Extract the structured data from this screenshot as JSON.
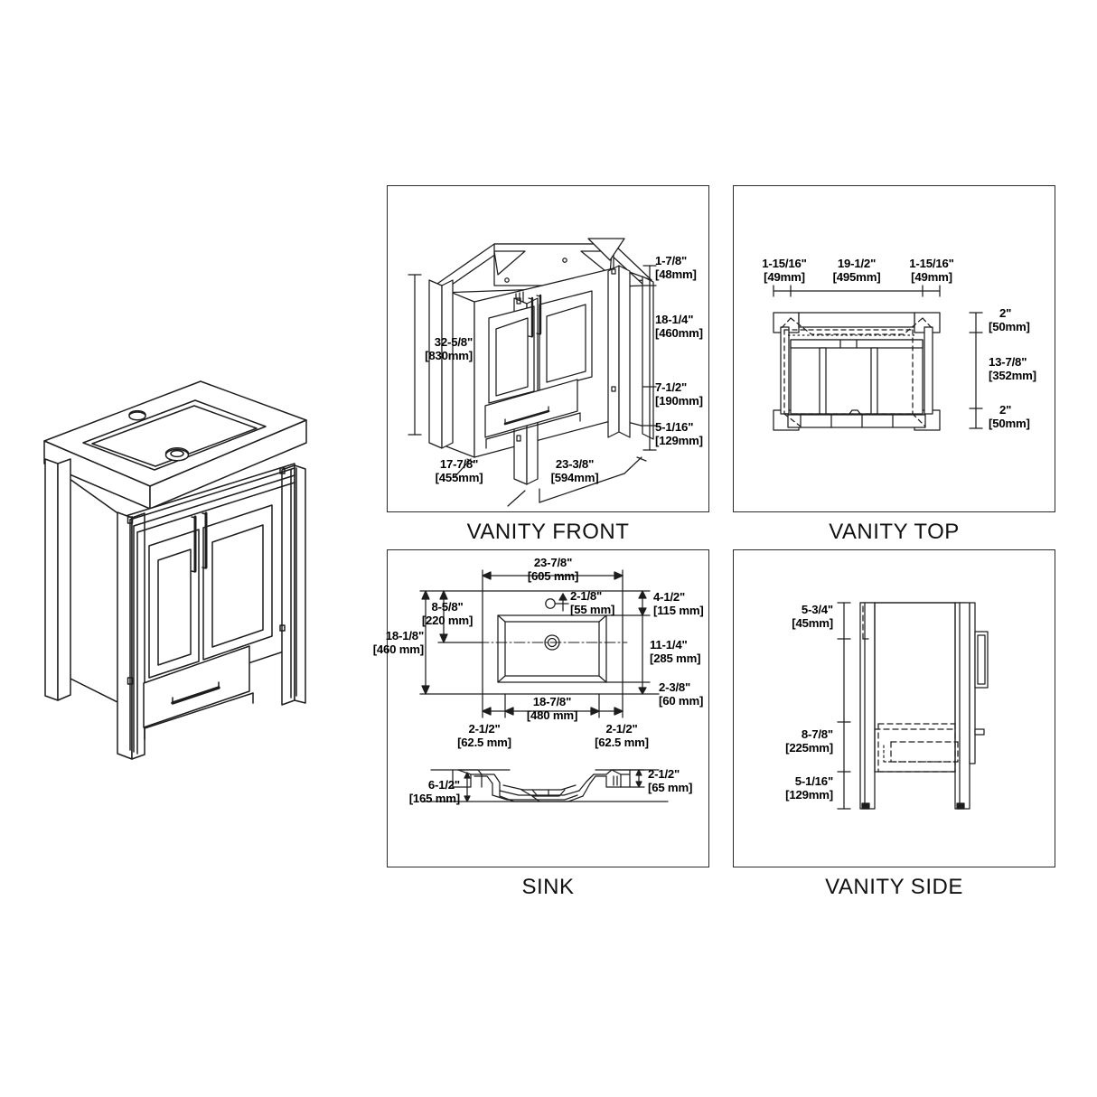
{
  "sheet": {
    "title": "Bathroom Vanity Dimension Specification Sheet",
    "line_color": "#1d1d1d",
    "background": "#ffffff"
  },
  "hero": {
    "name": "vanity-isometric-illustration",
    "description": "Isometric line drawing of a single-sink bathroom vanity with two doors, one lower drawer and integrated rectangular sink top"
  },
  "panels": [
    {
      "id": "vanity-front",
      "title": "VANITY FRONT",
      "dimensions": {
        "height_overall": {
          "imperial": "32-5/8\"",
          "metric": "[830mm]"
        },
        "top_thickness": {
          "imperial": "1-7/8\"",
          "metric": "[48mm]"
        },
        "door_height": {
          "imperial": "18-1/4\"",
          "metric": "[460mm]"
        },
        "drawer_height": {
          "imperial": "7-1/2\"",
          "metric": "[190mm]"
        },
        "leg_height": {
          "imperial": "5-1/16\"",
          "metric": "[129mm]"
        },
        "depth": {
          "imperial": "17-7/8\"",
          "metric": "[455mm]"
        },
        "width": {
          "imperial": "23-3/8\"",
          "metric": "[594mm]"
        }
      }
    },
    {
      "id": "vanity-top",
      "title": "VANITY TOP",
      "dimensions": {
        "left_rail": {
          "imperial": "1-15/16\"",
          "metric": "[49mm]"
        },
        "center_span": {
          "imperial": "19-1/2\"",
          "metric": "[495mm]"
        },
        "right_rail": {
          "imperial": "1-15/16\"",
          "metric": "[49mm]"
        },
        "front_rail": {
          "imperial": "2\"",
          "metric": "[50mm]"
        },
        "inner_depth": {
          "imperial": "13-7/8\"",
          "metric": "[352mm]"
        },
        "back_rail": {
          "imperial": "2\"",
          "metric": "[50mm]"
        }
      }
    },
    {
      "id": "sink",
      "title": "SINK",
      "dimensions": {
        "overall_width": {
          "imperial": "23-7/8\"",
          "metric": "[605 mm]"
        },
        "overall_depth": {
          "imperial": "18-1/8\"",
          "metric": "[460 mm]"
        },
        "basin_back_edge": {
          "imperial": "8-5/8\"",
          "metric": "[220 mm]"
        },
        "faucet_hole": {
          "imperial": "2-1/8\"",
          "metric": "[55 mm]"
        },
        "rear_margin": {
          "imperial": "4-1/2\"",
          "metric": "[115 mm]"
        },
        "basin_depth": {
          "imperial": "11-1/4\"",
          "metric": "[285 mm]"
        },
        "front_margin": {
          "imperial": "2-3/8\"",
          "metric": "[60 mm]"
        },
        "basin_width": {
          "imperial": "18-7/8\"",
          "metric": "[480 mm]"
        },
        "left_margin": {
          "imperial": "2-1/2\"",
          "metric": "[62.5 mm]"
        },
        "right_margin": {
          "imperial": "2-1/2\"",
          "metric": "[62.5 mm]"
        },
        "section_height": {
          "imperial": "6-1/2\"",
          "metric": "[165 mm]"
        },
        "section_rim": {
          "imperial": "2-1/2\"",
          "metric": "[65 mm]"
        }
      }
    },
    {
      "id": "vanity-side",
      "title": "VANITY SIDE",
      "dimensions": {
        "top_to_door": {
          "imperial": "5-3/4\"",
          "metric": "[45mm]"
        },
        "drawer_zone": {
          "imperial": "8-7/8\"",
          "metric": "[225mm]"
        },
        "leg_height": {
          "imperial": "5-1/16\"",
          "metric": "[129mm]"
        }
      }
    }
  ]
}
